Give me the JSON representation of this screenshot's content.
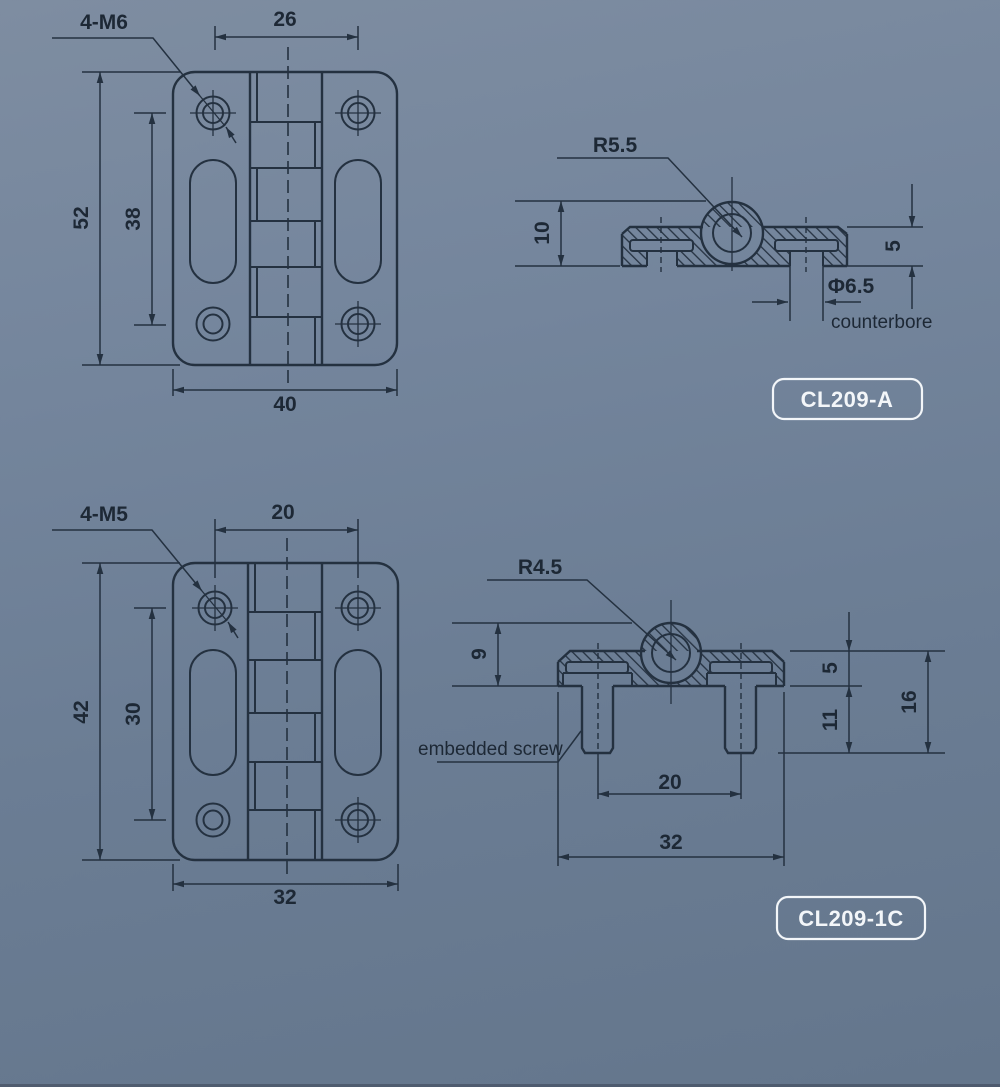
{
  "colors": {
    "background_top": "#7e8da1",
    "background_bottom": "#64768c",
    "line": "#243140",
    "text": "#1d2835",
    "badge": "#f3f6f9"
  },
  "hinge_a": {
    "front": {
      "hole_label": "4-M6",
      "dim_hole_spacing_x": "26",
      "dim_height": "52",
      "dim_hole_spacing_y": "38",
      "dim_width": "40"
    },
    "section": {
      "radius_label": "R5.5",
      "dim_knuckle_height": "10",
      "dim_plate_thickness": "5",
      "dim_counterbore_dia": "Φ6.5",
      "counterbore_note": "counterbore",
      "badge": "CL209-A"
    }
  },
  "hinge_1c": {
    "front": {
      "hole_label": "4-M5",
      "dim_hole_spacing_x": "20",
      "dim_height": "42",
      "dim_hole_spacing_y": "30",
      "dim_width": "32"
    },
    "section": {
      "radius_label": "R4.5",
      "dim_knuckle_height": "9",
      "dim_plate_thickness": "5",
      "dim_screw_length": "11",
      "dim_total_height": "16",
      "dim_screw_spacing": "20",
      "dim_width": "32",
      "screw_note": "embedded screw",
      "badge": "CL209-1C"
    }
  }
}
